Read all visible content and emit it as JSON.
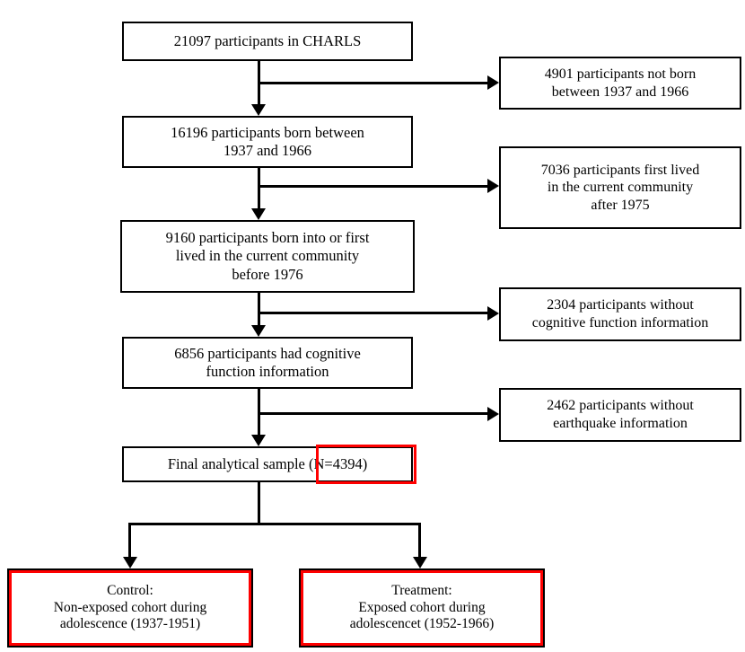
{
  "figure": {
    "type": "flowchart",
    "subject": "CHARLS participant selection flow diagram",
    "accent_color": "#ff0000",
    "line_color": "#000000",
    "background": "#ffffff"
  },
  "flow": {
    "main_nodes": [
      {
        "id": "n1",
        "text": "21097 participants in CHARLS"
      },
      {
        "id": "n2",
        "text": "16196 participants born between\n1937 and 1966"
      },
      {
        "id": "n3",
        "text": "9160 participants born into or first\nlived in the current community\nbefore 1976"
      },
      {
        "id": "n4",
        "text": "6856 participants had cognitive\nfunction information"
      },
      {
        "id": "n5",
        "text": "Final analytical sample (N=4394)",
        "highlight": "(N=4394)"
      }
    ],
    "exclusion_nodes": [
      {
        "id": "x1",
        "text": "4901 participants not born\nbetween 1937 and 1966"
      },
      {
        "id": "x2",
        "text": "7036 participants first lived\nin the current community\nafter 1975"
      },
      {
        "id": "x3",
        "text": "2304 participants without\ncognitive function information"
      },
      {
        "id": "x4",
        "text": "2462 participants without\nearthquake information"
      }
    ],
    "result_nodes": [
      {
        "id": "r1",
        "text": "Control:\nNon-exposed cohort during\nadolescence (1937-1951)"
      },
      {
        "id": "r2",
        "text": "Treatment:\nExposed cohort during\nadolescencet (1952-1966)"
      }
    ]
  },
  "chart_data": {
    "type": "flowchart",
    "title": "CHARLS participant selection flow diagram",
    "steps": [
      {
        "label": "21097 participants in CHARLS",
        "n": 21097
      },
      {
        "label": "16196 participants born between 1937 and 1966",
        "n": 16196
      },
      {
        "label": "9160 participants born into or first lived in the current community before 1976",
        "n": 9160
      },
      {
        "label": "6856 participants had cognitive function information",
        "n": 6856
      },
      {
        "label": "Final analytical sample (N=4394)",
        "n": 4394
      }
    ],
    "exclusions": [
      {
        "label": "4901 participants not born between 1937 and 1966",
        "n": 4901
      },
      {
        "label": "7036 participants first lived in the current community after 1975",
        "n": 7036
      },
      {
        "label": "2304 participants without cognitive function information",
        "n": 2304
      },
      {
        "label": "2462 participants without earthquake information",
        "n": 2462
      }
    ],
    "groups": [
      {
        "label": "Control: Non-exposed cohort during adolescence (1937-1951)",
        "period": "1937-1951"
      },
      {
        "label": "Treatment: Exposed cohort during adolescencet (1952-1966)",
        "period": "1952-1966"
      }
    ]
  }
}
